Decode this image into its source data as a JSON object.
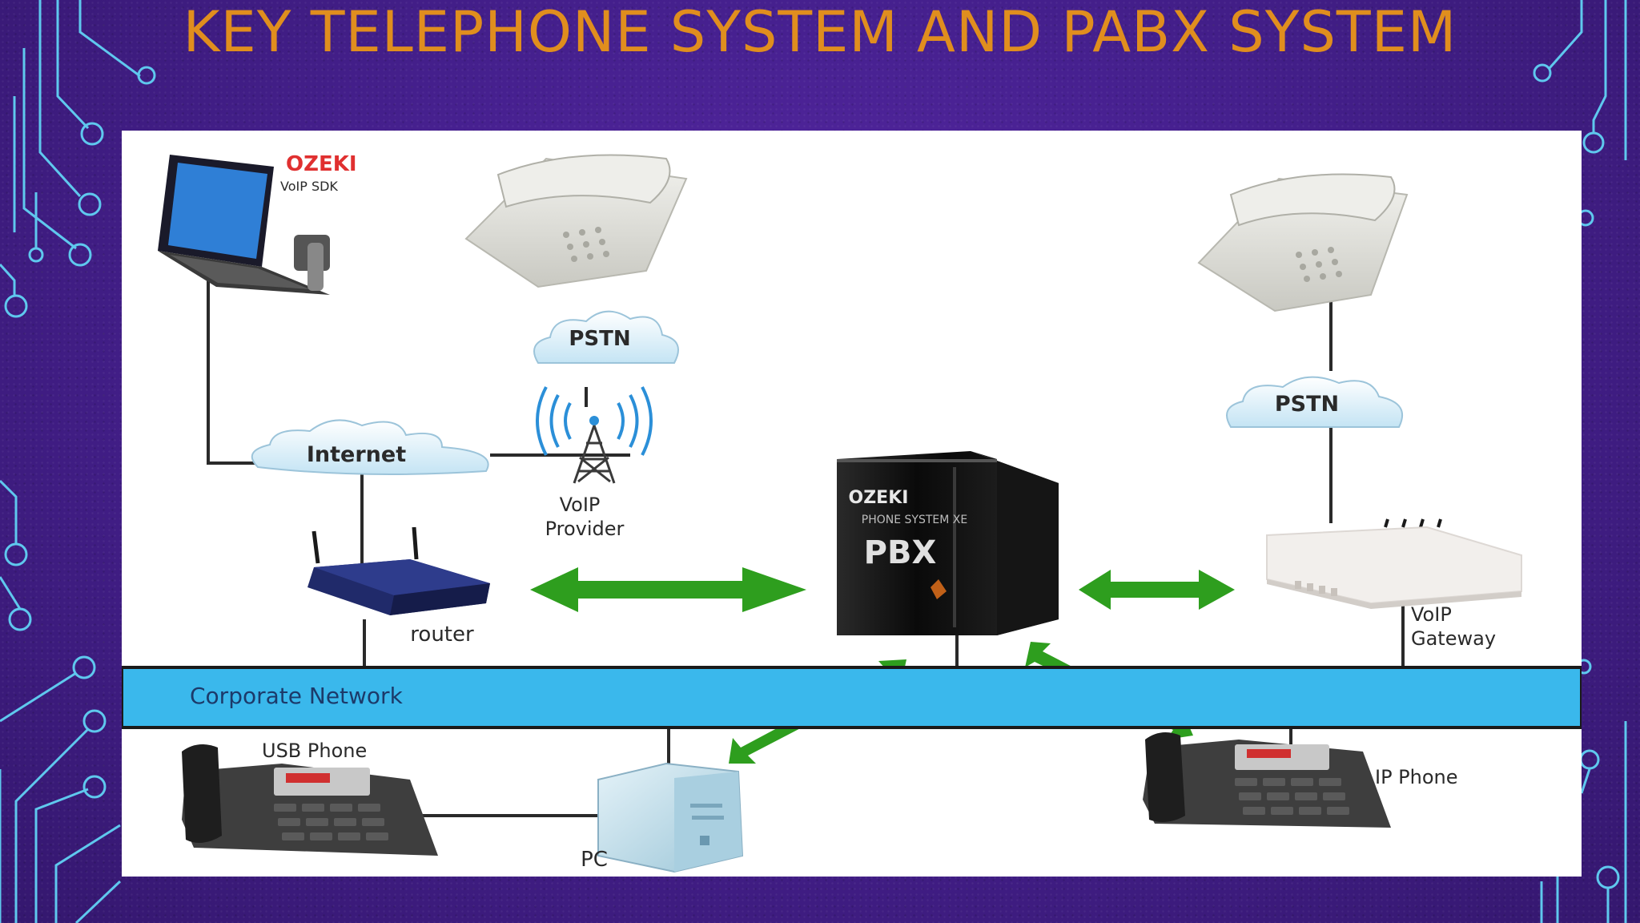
{
  "slide": {
    "title": "KEY TELEPHONE SYSTEM AND PABX SYSTEM"
  },
  "colors": {
    "title": "#e08e1e",
    "background": "#46208f",
    "circuit": "#5fc8ee",
    "network_bar": "#3ab8ec",
    "arrow": "#2e9e1e",
    "pbx_brand": "#e03030"
  },
  "diagram": {
    "laptop_brand": "OZEKI",
    "laptop_sub": "VoIP SDK",
    "pstn_left": "PSTN",
    "pstn_right": "PSTN",
    "internet": "Internet",
    "voip_provider_line1": "VoIP",
    "voip_provider_line2": "Provider",
    "pbx_brand": "OZEKI",
    "pbx_sub": "PHONE SYSTEM XE",
    "pbx_label": "PBX",
    "router": "router",
    "voip_gateway_line1": "VoIP",
    "voip_gateway_line2": "Gateway",
    "network": "Corporate Network",
    "usb_phone": "USB Phone",
    "pc": "PC",
    "ip_phone": "IP Phone"
  }
}
